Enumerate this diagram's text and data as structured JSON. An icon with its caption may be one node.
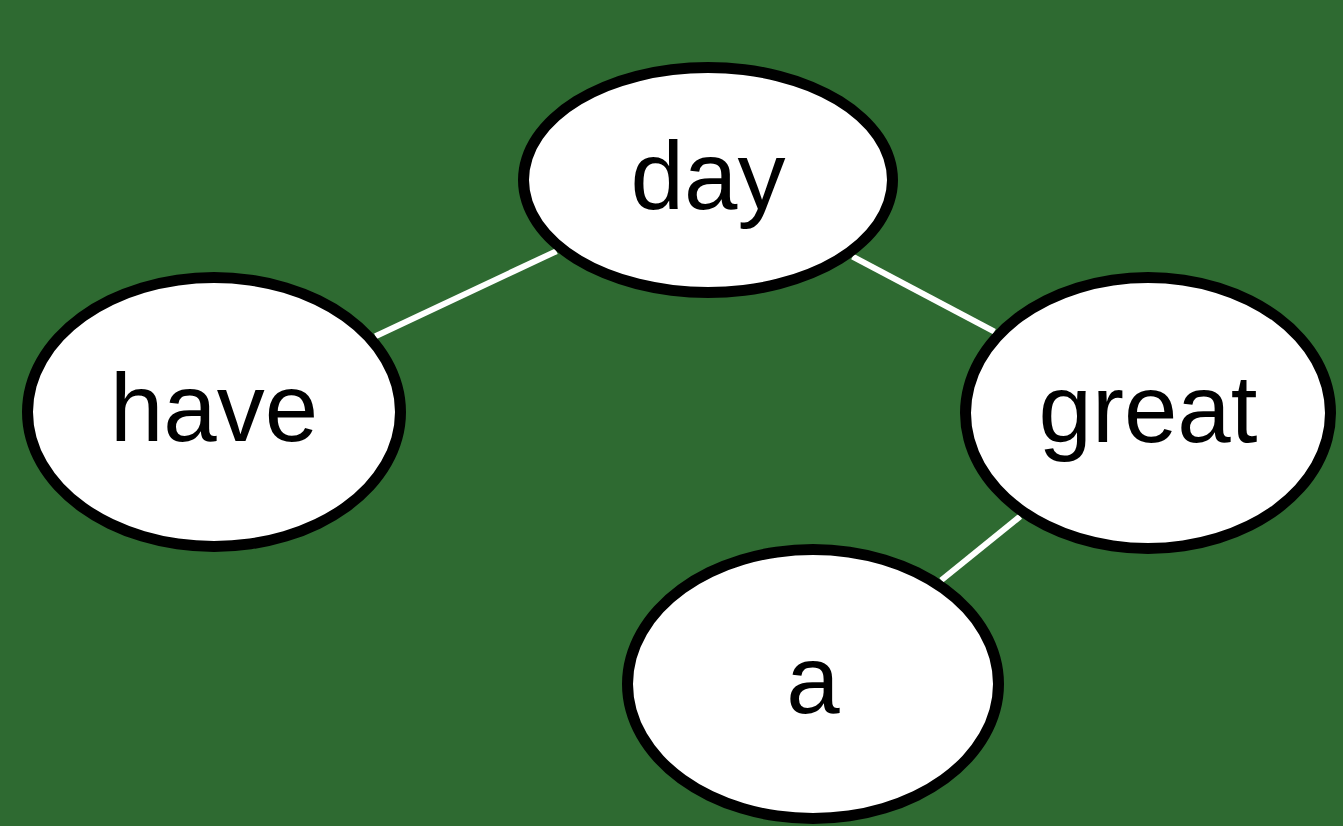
{
  "diagram": {
    "nodes": [
      {
        "text": [
          "day"
        ]
      },
      {
        "text": [
          "have"
        ]
      },
      {
        "text": [
          "great"
        ]
      },
      {
        "text": [
          "a"
        ]
      }
    ],
    "edges": [
      {
        "from": 0,
        "to": 1,
        "arrow": "none"
      },
      {
        "from": 0,
        "to": 2,
        "arrow": "none"
      },
      {
        "from": 2,
        "to": 3,
        "arrow": "none"
      }
    ]
  }
}
